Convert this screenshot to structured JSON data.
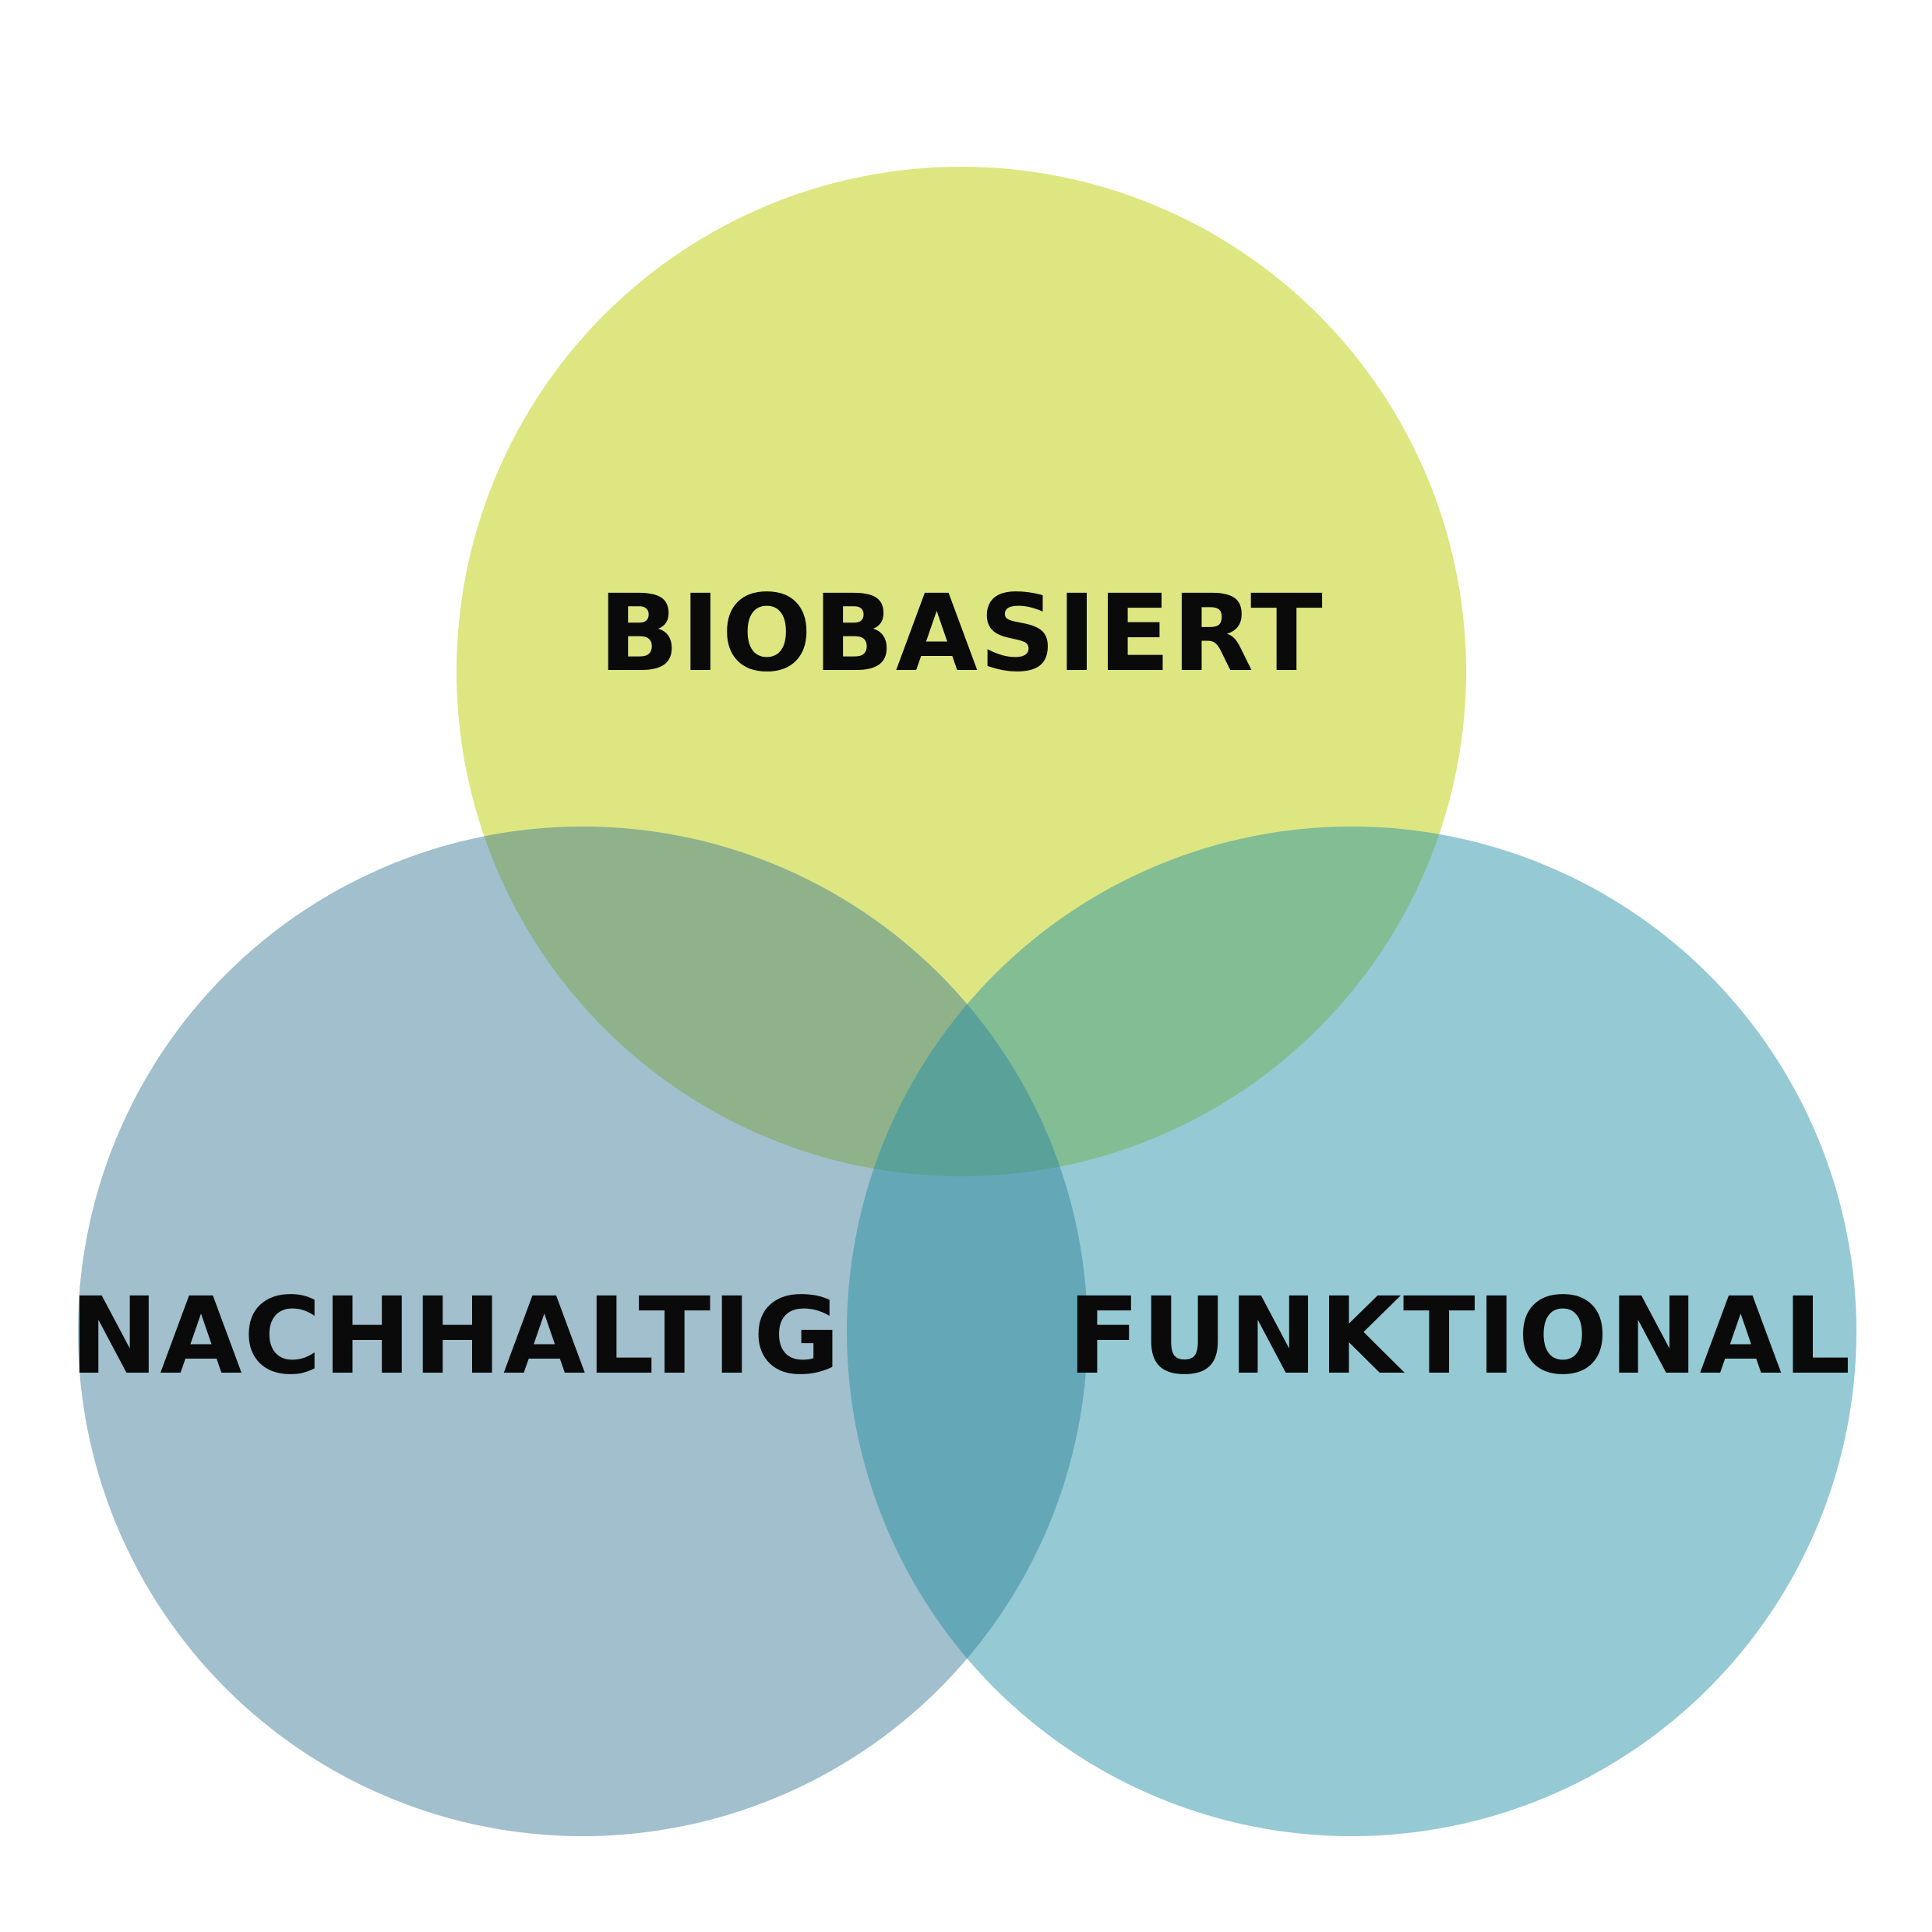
{
  "diagram": {
    "type": "venn",
    "sets": [
      {
        "id": "biobasiert",
        "label": "BIOBASIERT",
        "color": "#dde681"
      },
      {
        "id": "nachhaltig",
        "label": "NACHHALTIG",
        "color": "#a1bfcc"
      },
      {
        "id": "funktional",
        "label": "FUNKTIONAL",
        "color": "#95c9d3"
      }
    ],
    "overlap_colors": {
      "biobasiert_nachhaltig": "#8fb28b",
      "biobasiert_funktional": "#82bd94",
      "nachhaltig_funktional": "#64a8b8",
      "all_three": "#5aa299"
    }
  }
}
